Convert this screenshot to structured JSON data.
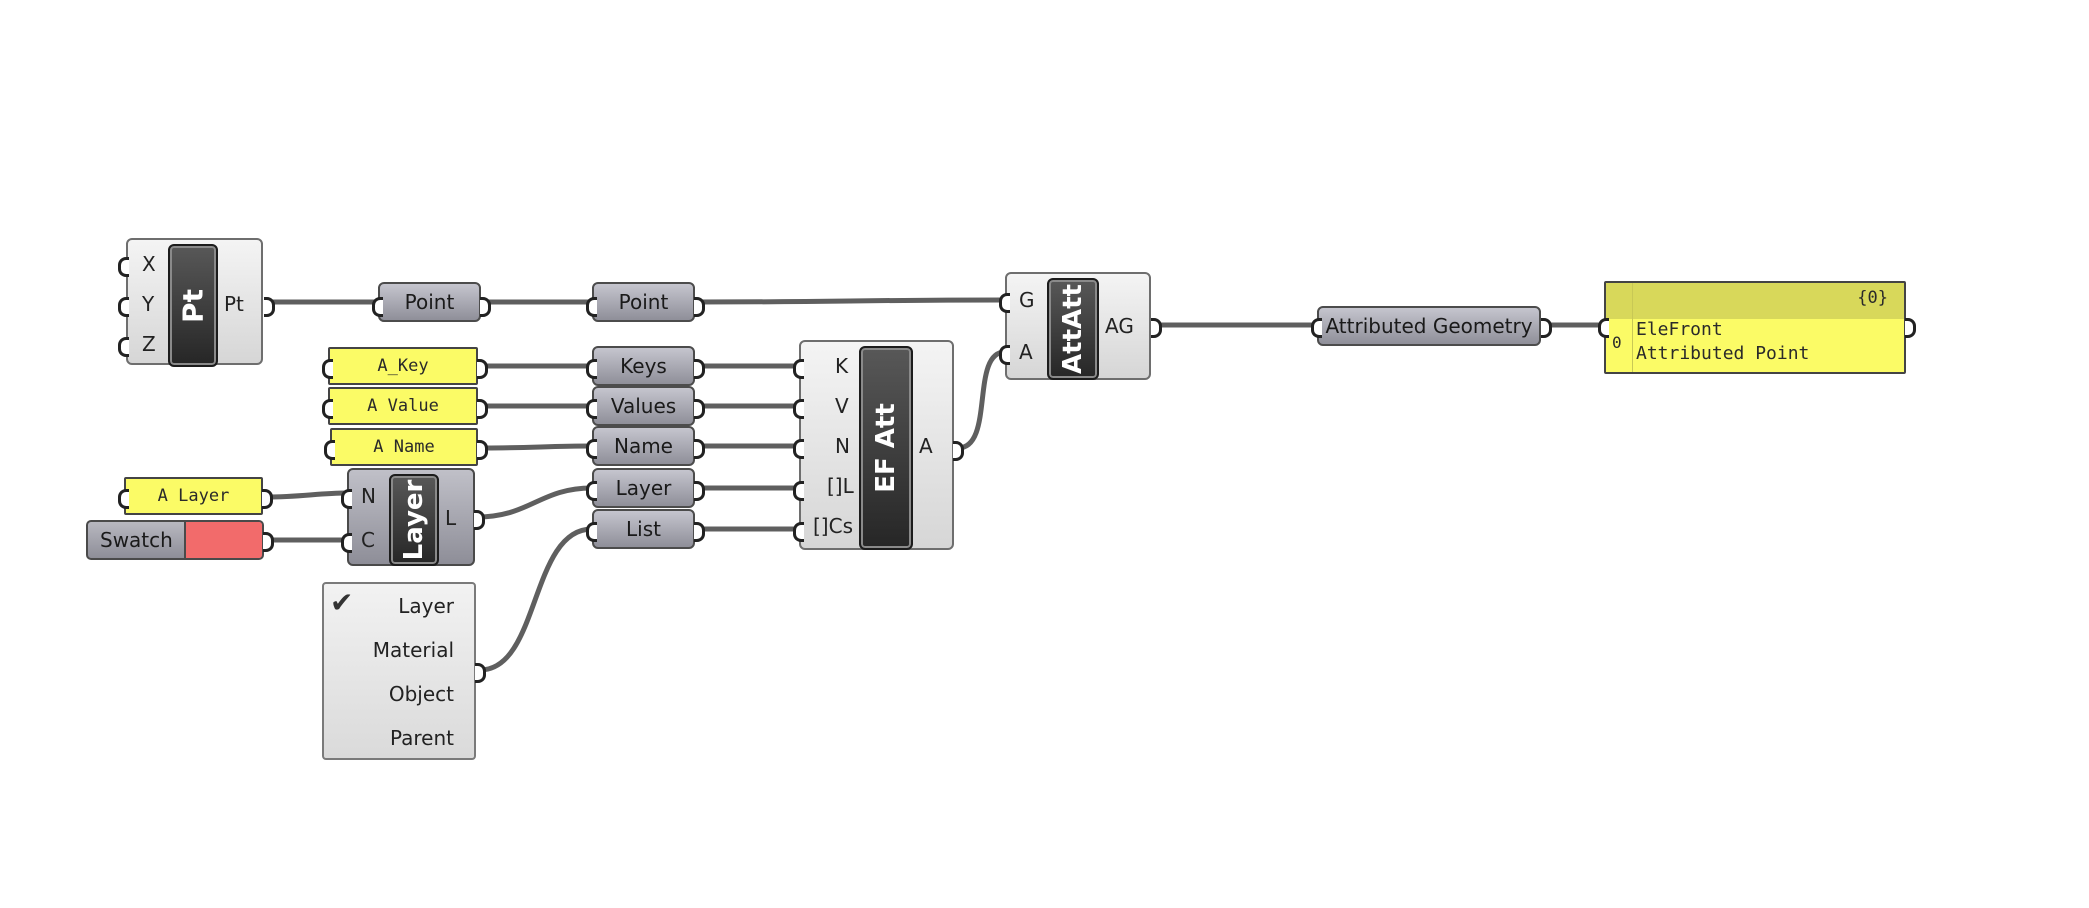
{
  "pt_component": {
    "inputs": [
      "X",
      "Y",
      "Z"
    ],
    "nickname": "Pt",
    "output": "Pt"
  },
  "point_params": [
    "Point",
    "Point"
  ],
  "panels": {
    "key": "A_Key",
    "value": "A Value",
    "name": "A Name",
    "layer": "A Layer"
  },
  "swatch": {
    "label": "Swatch",
    "color": "#f26b6b"
  },
  "layer_component": {
    "inputs": [
      "N",
      "C"
    ],
    "nickname": "Layer",
    "output": "L"
  },
  "attr_params": [
    "Keys",
    "Values",
    "Name",
    "Layer",
    "List"
  ],
  "value_list": {
    "items": [
      "Layer",
      "Material",
      "Object",
      "Parent"
    ],
    "selected": "Layer"
  },
  "efatt_component": {
    "inputs": [
      "K",
      "V",
      "N",
      "[]L",
      "[]Cs"
    ],
    "nickname": "EF Att",
    "output": "A"
  },
  "attatt_component": {
    "inputs": [
      "G",
      "A"
    ],
    "nickname": "AttAtt",
    "output": "AG"
  },
  "ag_param": {
    "label": "Attributed Geometry"
  },
  "output_panel": {
    "path": "{0}",
    "index": "0",
    "lines": [
      "EleFront",
      "Attributed Point"
    ]
  },
  "colors": {
    "wire": "#5f5f5f",
    "panel": "#fbfb66",
    "param": "#9c9ca6",
    "swatch": "#f26b6b"
  }
}
